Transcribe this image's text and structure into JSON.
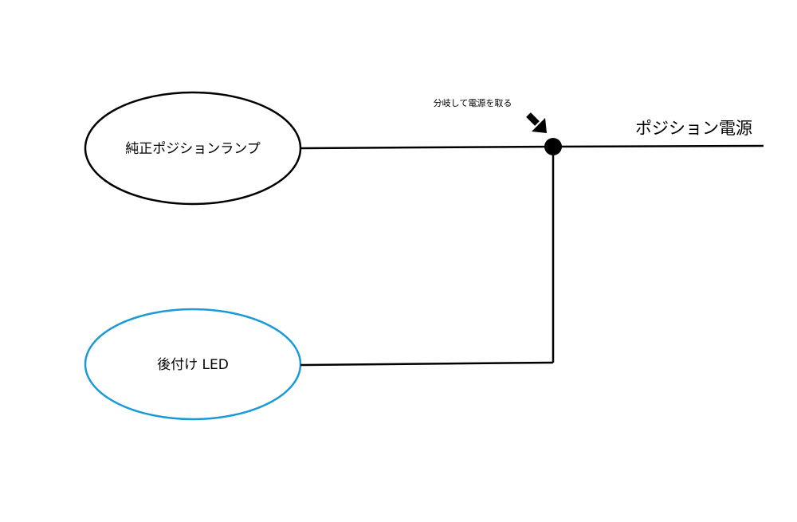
{
  "diagram": {
    "nodes": {
      "stock_lamp": {
        "label": "純正ポジションランプ",
        "stroke": "#000000"
      },
      "led": {
        "label": "後付け LED",
        "stroke": "#1a9ad6"
      }
    },
    "power_label": "ポジション電源",
    "junction_note": "分岐して電源を取る",
    "colors": {
      "wire": "#000000",
      "junction": "#000000",
      "arrow": "#000000"
    }
  }
}
